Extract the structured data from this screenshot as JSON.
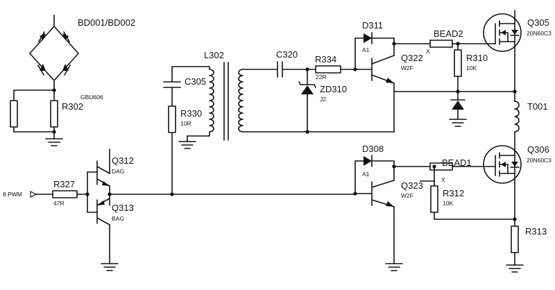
{
  "labels": {
    "bridge_ref": "BD001/BD002",
    "bridge_val": "GBU606",
    "r302": "R302",
    "l302": "L302",
    "c305": "C305",
    "r330": "R330",
    "r330_val": "10R",
    "c320": "C320",
    "r334": "R334",
    "r334_val": "22R",
    "zd310": "ZD310",
    "zd310_val": "J2",
    "d311": "D311",
    "d311_val": "A1",
    "q322": "Q322",
    "q322_val": "W2F",
    "bead2": "BEAD2",
    "bead2_val": "X",
    "r310": "R310",
    "r310_val": "10K",
    "q305": "Q305",
    "q305_val": "20N60C3",
    "t001": "T001",
    "q306": "Q306",
    "q306_val": "20N60C3",
    "d308": "D308",
    "d308_val": "A1",
    "bead1": "BEAD1",
    "bead1_val": "X",
    "q323": "Q323",
    "q323_val": "W2F",
    "r312": "R312",
    "r312_val": "10K",
    "r313": "R313",
    "q312": "Q312",
    "q312_val": "DAG",
    "q313": "Q313",
    "q313_val": "BAG",
    "r327": "R327",
    "r327_val": "47R",
    "pwm": "8.PWM"
  }
}
